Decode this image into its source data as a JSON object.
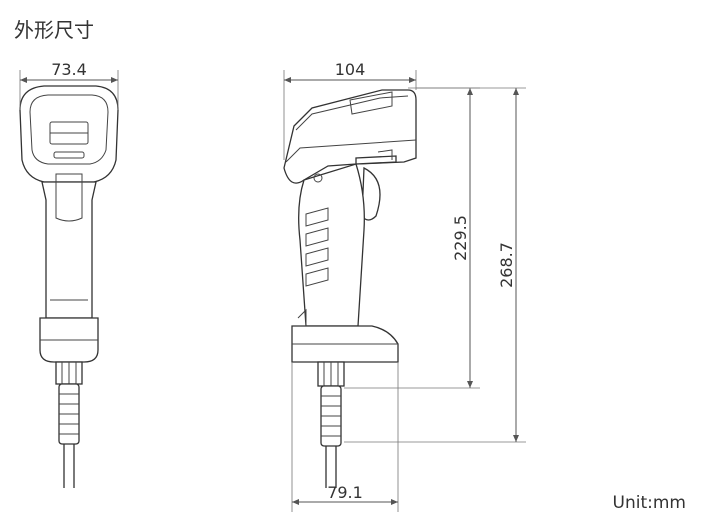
{
  "title": "外形尺寸",
  "unit_label": "Unit:mm",
  "dimensions": {
    "front_width": "73.4",
    "side_width": "104",
    "base_width": "79.1",
    "height_body": "229.5",
    "height_total": "268.7"
  }
}
